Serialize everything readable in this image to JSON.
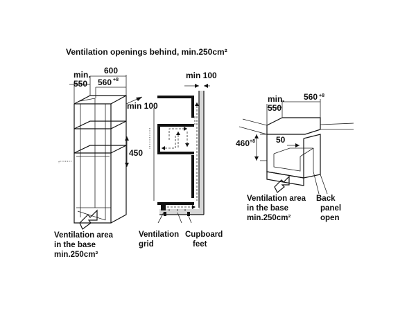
{
  "header": {
    "text": "Ventilation openings behind, min.250cm²"
  },
  "left": {
    "dim_min": "min.",
    "dim_550": "550",
    "dim_600": "600",
    "dim_560": "560",
    "dim_560_sup": "+8",
    "dim_min100": "min 100",
    "dim_450": "450",
    "vent_line1": "Ventilation area",
    "vent_line2": "in the base",
    "vent_line3": "min.250cm²"
  },
  "middle": {
    "dim_min100": "min 100",
    "vent_line1": "Ventilation",
    "vent_line2": "grid",
    "feet_line1": "Cupboard",
    "feet_line2": "feet"
  },
  "right": {
    "dim_min": "min.",
    "dim_550": "550",
    "dim_560": "560",
    "dim_560_sup": "+8",
    "dim_460": "460",
    "dim_460_sup": "+8",
    "dim_50": "50",
    "vent_line1": "Ventilation area",
    "vent_line2": "in the base",
    "vent_line3": "min.250cm²",
    "back_line1": "Back",
    "back_line2": "panel",
    "back_line3": "open"
  }
}
